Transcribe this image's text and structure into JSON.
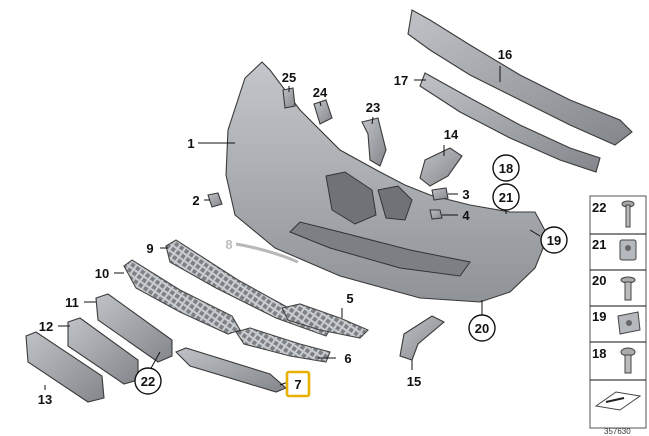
{
  "diagram": {
    "callouts": [
      {
        "id": "c1",
        "text": "1"
      },
      {
        "id": "c2",
        "text": "2"
      },
      {
        "id": "c3",
        "text": "3"
      },
      {
        "id": "c4",
        "text": "4"
      },
      {
        "id": "c5",
        "text": "5"
      },
      {
        "id": "c6",
        "text": "6"
      },
      {
        "id": "c7",
        "text": "7"
      },
      {
        "id": "c8",
        "text": "8"
      },
      {
        "id": "c9",
        "text": "9"
      },
      {
        "id": "c10",
        "text": "10"
      },
      {
        "id": "c11",
        "text": "11"
      },
      {
        "id": "c12",
        "text": "12"
      },
      {
        "id": "c13",
        "text": "13"
      },
      {
        "id": "c14",
        "text": "14"
      },
      {
        "id": "c15",
        "text": "15"
      },
      {
        "id": "c16",
        "text": "16"
      },
      {
        "id": "c17",
        "text": "17"
      },
      {
        "id": "c18",
        "text": "18"
      },
      {
        "id": "c19",
        "text": "19"
      },
      {
        "id": "c20",
        "text": "20"
      },
      {
        "id": "c21",
        "text": "21"
      },
      {
        "id": "c22",
        "text": "22"
      },
      {
        "id": "c23",
        "text": "23"
      },
      {
        "id": "c24",
        "text": "24"
      },
      {
        "id": "c25",
        "text": "25"
      }
    ],
    "legend": [
      "22",
      "21",
      "20",
      "19",
      "18"
    ],
    "doc_number": "357630"
  },
  "colors": {
    "highlight": "#e8b000",
    "bumper": "#a9adb2",
    "parts": "#9a9ea3"
  }
}
